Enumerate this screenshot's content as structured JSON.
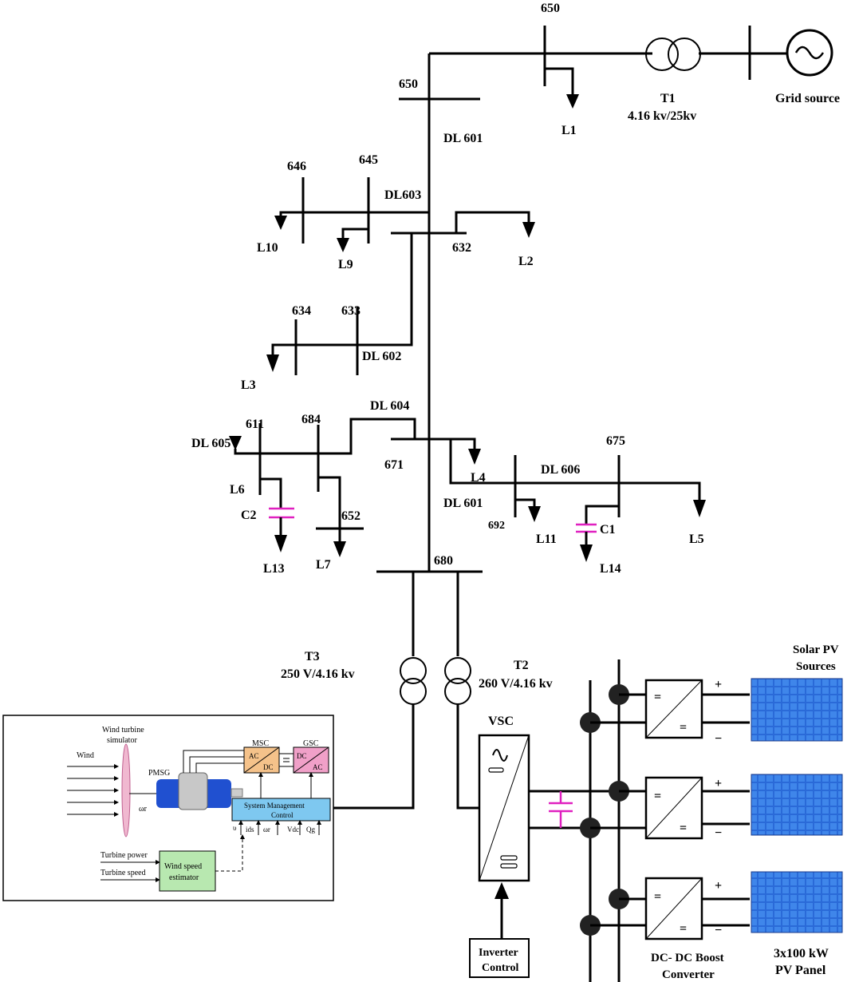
{
  "grid": {
    "bus_650_top": "650",
    "bus_650_mid": "650",
    "transformer_name": "T1",
    "transformer_rating": "4.16 kv/25kv",
    "source": "Grid source"
  },
  "lines": {
    "dl601_a": "DL 601",
    "dl603": "DL603",
    "dl602": "DL 602",
    "dl604": "DL 604",
    "dl605": "DL 605",
    "dl606": "DL 606",
    "dl601_b": "DL 601"
  },
  "buses": {
    "b646": "646",
    "b645": "645",
    "b632": "632",
    "b634": "634",
    "b633": "633",
    "b611": "611",
    "b684": "684",
    "b671": "671",
    "b675": "675",
    "b652": "652",
    "b692": "692",
    "b680": "680"
  },
  "loads": {
    "L1": "L1",
    "L2": "L2",
    "L3": "L3",
    "L4": "L4",
    "L5": "L5",
    "L6": "L6",
    "L7": "L7",
    "L9": "L9",
    "L10": "L10",
    "L11": "L11",
    "L13": "L13",
    "L14": "L14"
  },
  "capacitors": {
    "C1": "C1",
    "C2": "C2"
  },
  "transformers": {
    "t3_name": "T3",
    "t3_rating": "250 V/4.16 kv",
    "t2_name": "T2",
    "t2_rating": "260 V/4.16 kv"
  },
  "wind": {
    "simulator_line1": "Wind turbine",
    "simulator_line2": "simulator",
    "wind": "Wind",
    "pmsg": "PMSG",
    "omega": "ωr",
    "msc": "MSC",
    "gsc": "GSC",
    "ac": "AC",
    "dc": "DC",
    "dc2": "DC",
    "ac2": "AC",
    "sys_line1": "System Management",
    "sys_line2": "Control",
    "sig1": "υ",
    "sig2": "ids",
    "sig3": "ωr",
    "sig4": "Vdc",
    "sig5": "Qg",
    "turbine_power": "Turbine power",
    "turbine_speed": "Turbine speed",
    "est_line1": "Wind speed",
    "est_line2": "estimator"
  },
  "pv": {
    "vsc": "VSC",
    "inverter_line1": "Inverter",
    "inverter_line2": "Control",
    "solar_line1": "Solar PV",
    "solar_line2": "Sources",
    "dcdc_line1": "DC- DC Boost",
    "dcdc_line2": "Converter",
    "panel_line1": "3x100 kW",
    "panel_line2": "PV Panel",
    "plus": "+",
    "minus": "−",
    "eq": "="
  },
  "colors": {
    "capacitor": "#e020c0",
    "msc_fill": "#f5c28a",
    "gsc_fill": "#f0a0c8",
    "smc_fill": "#7ec8f0",
    "estimator_fill": "#b8e8b0",
    "motor_blue": "#2050d0",
    "pv_blue": "#2a6ad8",
    "blade": "#f0b8d0"
  }
}
